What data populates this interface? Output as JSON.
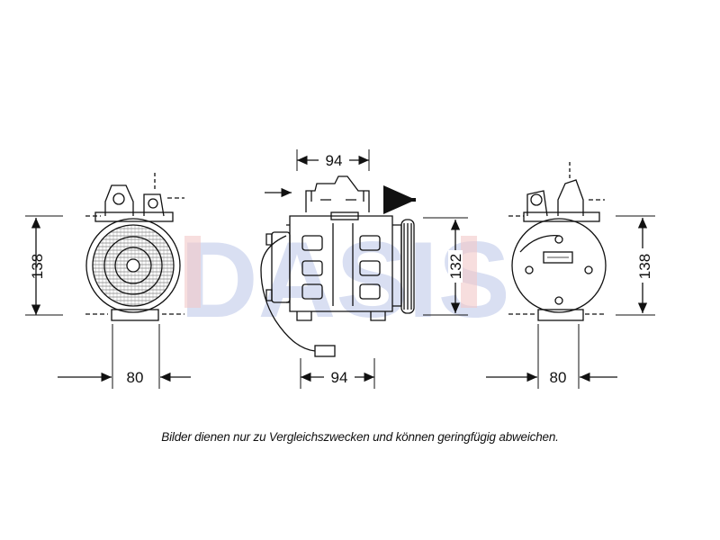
{
  "watermark": {
    "text": "DASIS",
    "color": "#d9dff2",
    "accent_color": "#f2c8c8"
  },
  "views": {
    "front": {
      "height_label": "138",
      "width_label": "80"
    },
    "side": {
      "top_width_label": "94",
      "height_label": "132",
      "bottom_width_label": "94"
    },
    "rear": {
      "height_label": "138",
      "width_label": "80"
    }
  },
  "caption": "Bilder dienen nur zu Vergleichszwecken und können geringfügig abweichen."
}
